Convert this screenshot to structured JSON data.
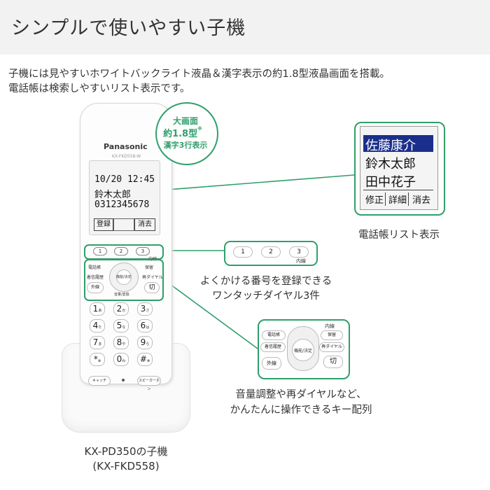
{
  "header": {
    "title": "シンプルで使いやすい子機"
  },
  "description": {
    "line1": "子機には見やすいホワイトバックライト液晶＆漢字表示の約1.8型液晶画面を搭載。",
    "line2": "電話帳は検索しやすいリスト表示です。"
  },
  "handset": {
    "brand": "Panasonic",
    "model_small": "KX-FKD558-W",
    "screen": {
      "line1": "10/20 12:45",
      "line2": "鈴木太郎",
      "line3": "0312345678",
      "soft_left": "登録",
      "soft_right": "消去"
    },
    "onetouch": [
      "1",
      "2",
      "3"
    ],
    "intercom": "内線",
    "side_keys": {
      "directory": "電話帳",
      "hold": "保留",
      "history": "着信履歴",
      "redial": "再ダイヤル",
      "ok": "機能/決定",
      "volume": "音量/変換",
      "outside": "外線",
      "off": "切"
    },
    "keypad": [
      {
        "n": "1",
        "s": "あ"
      },
      {
        "n": "2",
        "s": "か ABC"
      },
      {
        "n": "3",
        "s": "さ DEF"
      },
      {
        "n": "4",
        "s": "た GHI"
      },
      {
        "n": "5",
        "s": "な JKL"
      },
      {
        "n": "6",
        "s": "は MNO"
      },
      {
        "n": "7",
        "s": "ま PQRS"
      },
      {
        "n": "8",
        "s": "や TUV"
      },
      {
        "n": "9",
        "s": "ら WXYZ"
      },
      {
        "n": "*",
        "s": "⊗"
      },
      {
        "n": "0",
        "s": "わ"
      },
      {
        "n": "#",
        "s": "⊗"
      }
    ],
    "bottom": {
      "cancel": "キャッチ",
      "speaker": "スピーカーホン"
    }
  },
  "bubble": {
    "line1": "大画面",
    "line2": "約1.8型",
    "mark": "※",
    "line3": "漢字3行表示"
  },
  "phonebook_callout": {
    "rows": [
      "佐藤康介",
      "鈴木太郎",
      "田中花子"
    ],
    "soft": [
      "修正",
      "詳細",
      "消去"
    ],
    "caption": "電話帳リスト表示"
  },
  "onetouch_callout": {
    "keys": [
      "1",
      "2",
      "3"
    ],
    "intercom": "内線",
    "caption1": "よくかける番号を登録できる",
    "caption2": "ワンタッチダイヤル3件"
  },
  "keys_callout": {
    "intercom": "内線",
    "directory": "電話帳",
    "hold": "保留",
    "history": "着信履歴",
    "redial": "再ダイヤル",
    "ok": "機能/決定",
    "outside": "外線",
    "off": "切",
    "caption1": "音量調整や再ダイヤルなど、",
    "caption2": "かんたんに操作できるキー配列"
  },
  "product_caption": {
    "line1": "KX-PD350の子機",
    "line2": "(KX-FKD558)"
  },
  "colors": {
    "accent": "#2f9f6b",
    "header_bg": "#f2f2f2"
  }
}
